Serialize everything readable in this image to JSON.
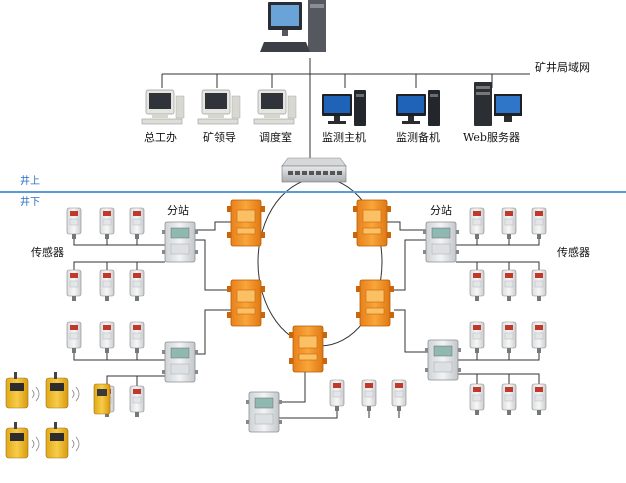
{
  "network_label": "矿井局域网",
  "surface_label": "井上",
  "underground_label": "井下",
  "computers": [
    {
      "label": "总工办"
    },
    {
      "label": "矿领导"
    },
    {
      "label": "调度室"
    },
    {
      "label": "监测主机"
    },
    {
      "label": "监测备机"
    },
    {
      "label": "Web服务器"
    }
  ],
  "substation_label_left": "分站",
  "substation_label_right": "分站",
  "sensor_label_left": "传感器",
  "sensor_label_right": "传感器",
  "colors": {
    "surface_line": "#5b9bd5",
    "orange_box": "#f29420",
    "wire": "#333333"
  }
}
